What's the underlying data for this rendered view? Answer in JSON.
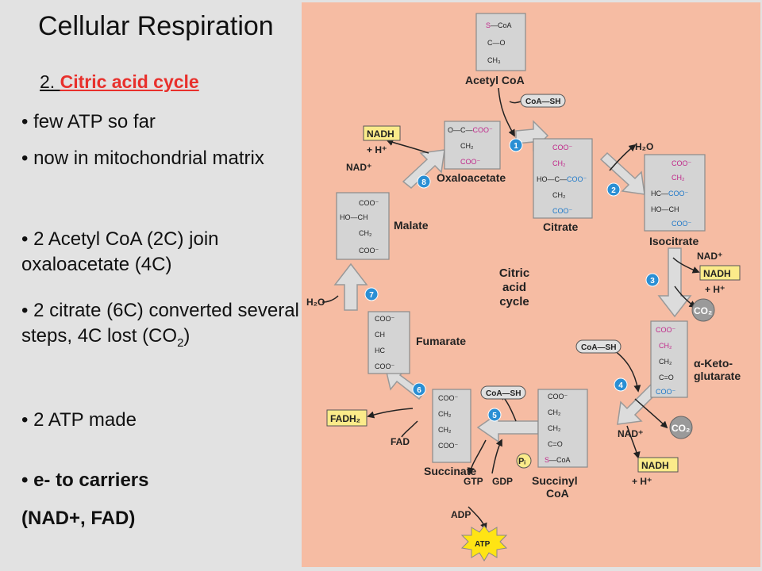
{
  "slide": {
    "title": "Cellular Respiration",
    "subtitle_number": "2. ",
    "subtitle_text": "Citric acid cycle"
  },
  "bullets": [
    "• few ATP so far",
    "• now in mitochondrial matrix",
    "• 2 Acetyl CoA (2C) join oxaloacetate (4C)",
    "• 2 citrate (6C) converted several steps, 4C lost (CO",
    "2",
    ")",
    "• 2 ATP made",
    "• e- to carriers",
    "(NAD+, FAD)"
  ],
  "diagram": {
    "center_label": [
      "Citric",
      "acid",
      "cycle"
    ],
    "molecules": {
      "acetyl_coa": "Acetyl CoA",
      "citrate": "Citrate",
      "isocitrate": "Isocitrate",
      "alpha_kg": [
        "α-Keto-",
        "glutarate"
      ],
      "succinyl_coa": [
        "Succinyl",
        "CoA"
      ],
      "succinate": "Succinate",
      "fumarate": "Fumarate",
      "malate": "Malate",
      "oxaloacetate": "Oxaloacetate"
    },
    "cofactors": {
      "coa_sh": "CoA—SH",
      "nadh": "NADH",
      "nad": "NAD⁺",
      "h": "+ H⁺",
      "h2o": "H₂O",
      "co2": "CO₂",
      "fadh2": "FADH₂",
      "fad": "FAD",
      "gtp": "GTP",
      "gdp": "GDP",
      "adp": "ADP",
      "atp": "ATP",
      "pi": "Pᵢ"
    },
    "steps": [
      "1",
      "2",
      "3",
      "4",
      "5",
      "6",
      "7",
      "8"
    ],
    "colors": {
      "background": "#f6bca3",
      "box": "#d4d4d4",
      "yellow": "#fbeb8a",
      "step": "#2a8fd4",
      "magenta": "#c0288a",
      "blue": "#1e78c8",
      "atp": "#ffe414"
    }
  }
}
